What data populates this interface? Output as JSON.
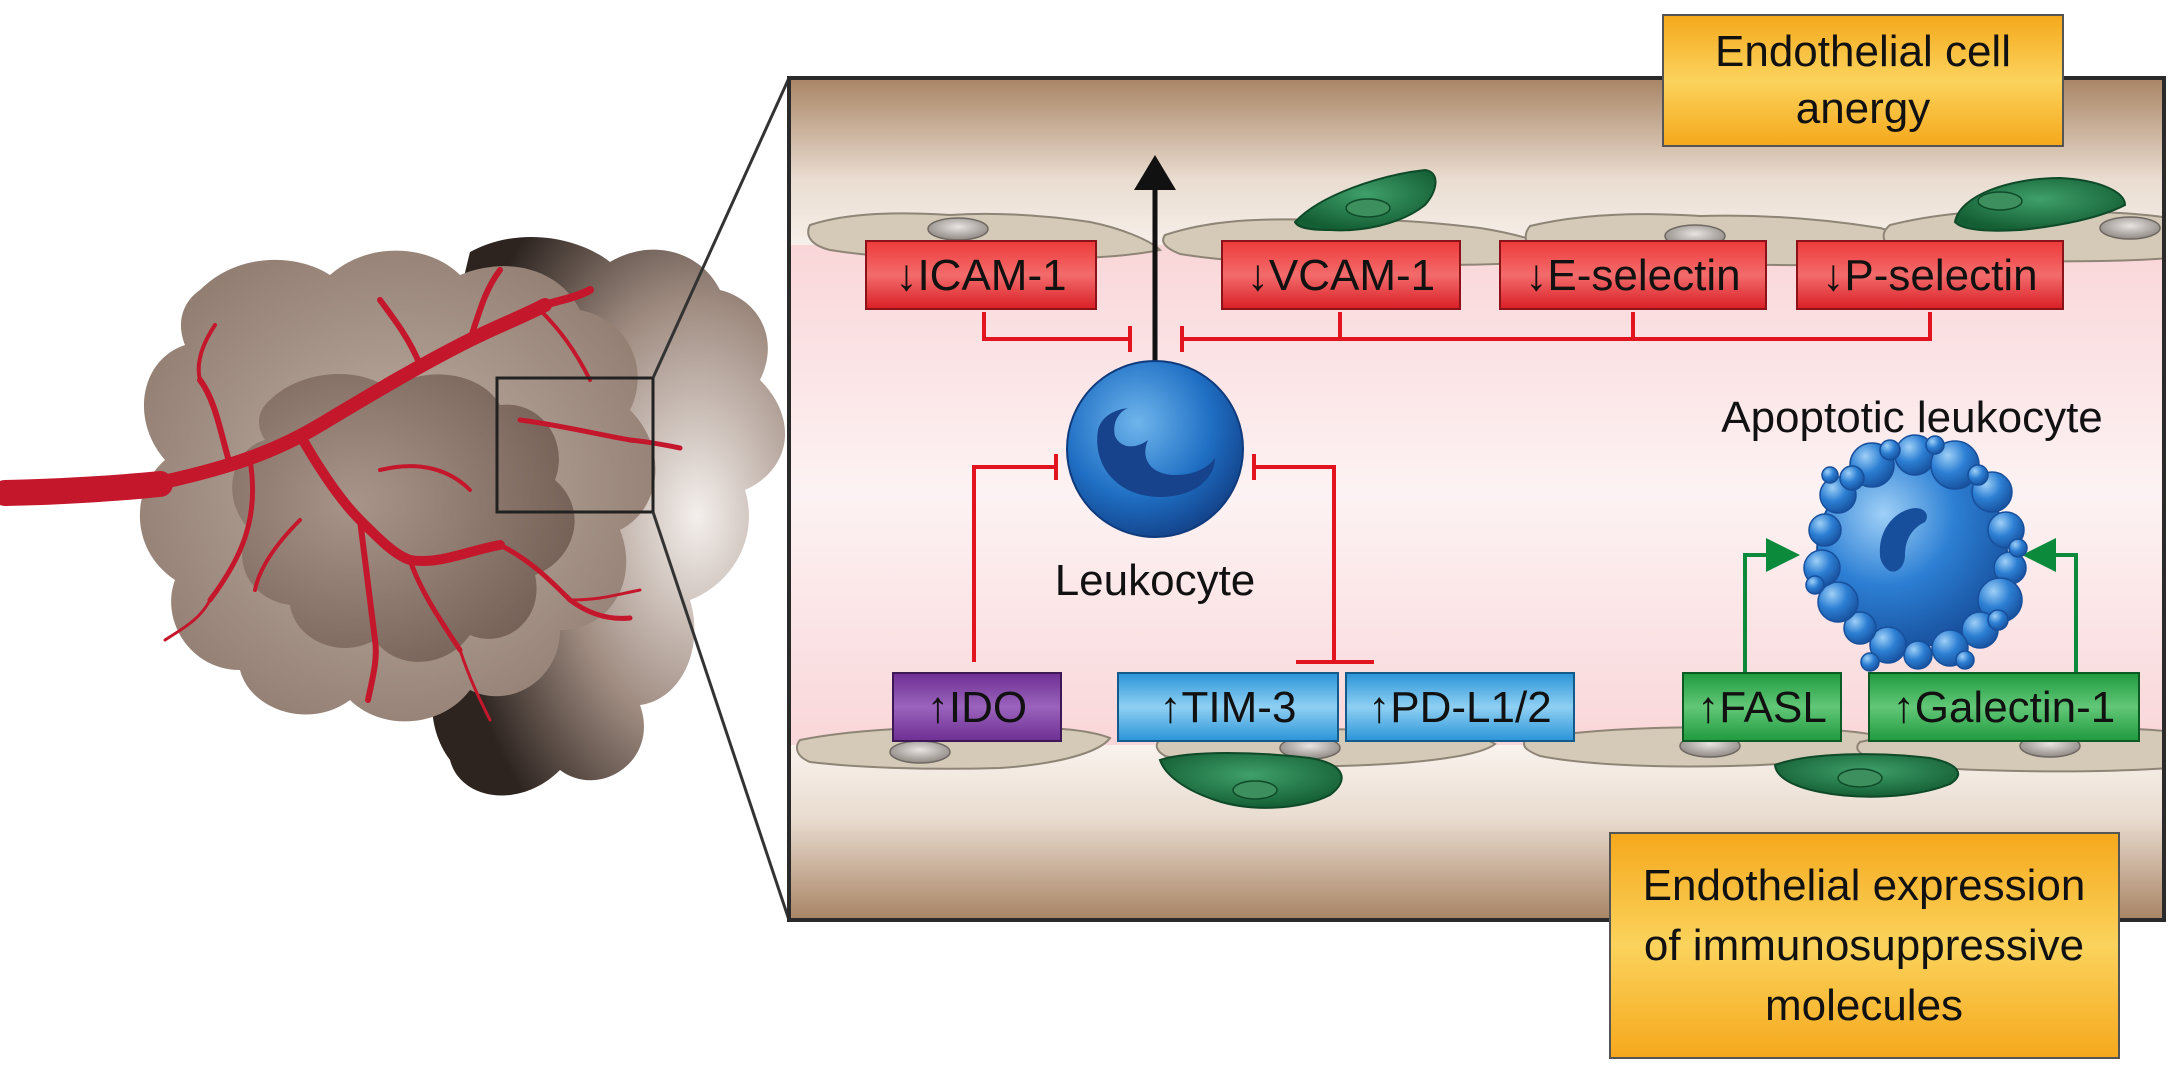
{
  "info_boxes": {
    "anergy": {
      "lines": [
        "Endothelial cell",
        "anergy"
      ]
    },
    "expression": {
      "lines": [
        "Endothelial expression",
        "of immunosuppressive",
        "molecules"
      ]
    }
  },
  "labels": {
    "leukocyte": "Leukocyte",
    "apoptotic_leukocyte": "Apoptotic leukocyte"
  },
  "adhesion_molecules": [
    {
      "id": "icam1",
      "text": "↓ICAM-1"
    },
    {
      "id": "vcam1",
      "text": "↓VCAM-1"
    },
    {
      "id": "eselectin",
      "text": "↓E-selectin"
    },
    {
      "id": "pselectin",
      "text": "↓P-selectin"
    }
  ],
  "immunosuppressive_molecules": [
    {
      "id": "ido",
      "text": "↑IDO"
    },
    {
      "id": "tim3",
      "text": "↑TIM-3"
    },
    {
      "id": "pdl12",
      "text": "↑PD-L1/2"
    },
    {
      "id": "fasl",
      "text": "↑FASL"
    },
    {
      "id": "galectin1",
      "text": "↑Galectin-1"
    }
  ],
  "colors": {
    "inhibition_line": "#e2141f",
    "activation_line": "#0a8a3a",
    "vessel": "#c4172c",
    "adhesion_box": "#e4252b",
    "ido_box": "#7b3d9e",
    "checkpoint_box": "#3aa3df",
    "apoptosis_box": "#2ea84a",
    "info_box": "#f6b72a"
  }
}
